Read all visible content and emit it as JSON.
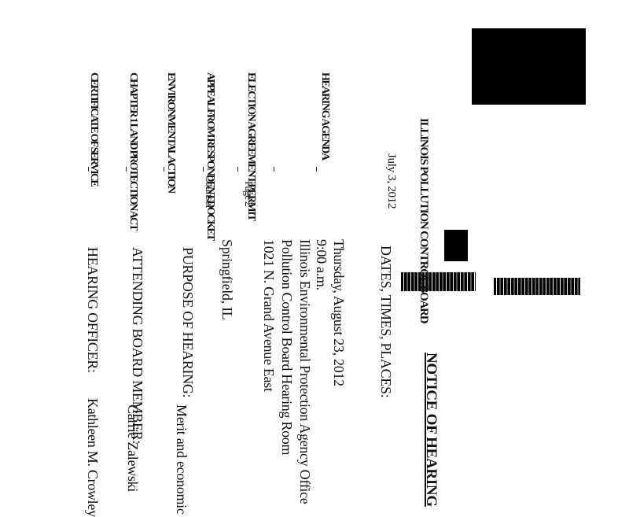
{
  "document": {
    "title": "NOTICE OF HEARING",
    "left_section": {
      "labels": [
        "DATES, TIMES, PLACES:",
        "PURPOSE OF HEARING:",
        "ATTENDING BOARD MEMBER:",
        "HEARING OFFICER:"
      ],
      "date": "Thursday, August 23, 2012",
      "time": "9:00 a.m.",
      "place_line1": "Illinois Environmental Protection Agency Office",
      "place_line2": "Pollution Control Board Hearing Room",
      "address": "1021 N. Grand Avenue East",
      "city": "Springfield, IL",
      "purpose": "Merit and economic",
      "board_member": "Carrie Zalewski",
      "hearing_officer": "Kathleen M. Crowley"
    },
    "right_section": {
      "header_line1": "ILLINOIS POLLUTION CONTROL BOARD",
      "header_line2": "July 3, 2012",
      "agenda_title": "HEARING AGENDA",
      "column_mid": "Page 2",
      "column_mid2": "Counsel",
      "rows": [
        "ELECTION AGREEMENT PERMIT",
        "APPEAL FROM RESPONDENT DOCKET",
        "ENVIRONMENTAL ACTION",
        "CHAPTER 1 LAND PROTECTION ACT",
        "CERTIFICATE OF SERVICE"
      ]
    }
  }
}
